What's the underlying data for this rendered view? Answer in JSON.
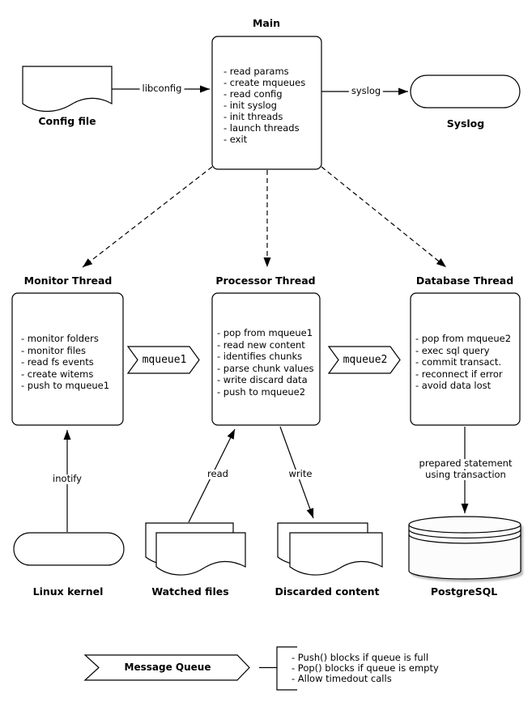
{
  "nodes": {
    "main": {
      "title": "Main",
      "lines": [
        "- read params",
        "- create mqueues",
        "- read config",
        "- init syslog",
        "- init threads",
        "- launch threads",
        "- exit"
      ]
    },
    "config_file": {
      "label": "Config file"
    },
    "syslog": {
      "label": "Syslog"
    },
    "monitor_thread": {
      "title": "Monitor Thread",
      "lines": [
        "- monitor folders",
        "- monitor files",
        "- read fs events",
        "- create witems",
        "- push to mqueue1"
      ]
    },
    "processor_thread": {
      "title": "Processor Thread",
      "lines": [
        "- pop from mqueue1",
        "- read new content",
        "- identifies chunks",
        "- parse chunk values",
        "- write discard data",
        "- push to mqueue2"
      ]
    },
    "database_thread": {
      "title": "Database Thread",
      "lines": [
        "- pop from mqueue2",
        "- exec sql query",
        "- commit transact.",
        "- reconnect if error",
        "- avoid data lost"
      ]
    },
    "mqueue1": {
      "label": "mqueue1"
    },
    "mqueue2": {
      "label": "mqueue2"
    },
    "linux_kernel": {
      "label": "Linux kernel"
    },
    "watched_files": {
      "label": "Watched files"
    },
    "discarded_content": {
      "label": "Discarded content"
    },
    "postgresql": {
      "label": "PostgreSQL"
    }
  },
  "edges": {
    "libconfig": "libconfig",
    "syslog": "syslog",
    "inotify": "inotify",
    "read": "read",
    "write": "write",
    "prepared_line1": "prepared statement",
    "prepared_line2": "using transaction"
  },
  "legend": {
    "title": "Message Queue",
    "lines": [
      "- Push() blocks if queue is full",
      "- Pop() blocks if queue is empty",
      "- Allow timedout calls"
    ]
  },
  "colors": {
    "stroke": "#000000",
    "background": "#ffffff",
    "node_fill": "#ffffff",
    "cylinder_fill": "#fcfcfc",
    "shadow": "#bbbbbb"
  }
}
